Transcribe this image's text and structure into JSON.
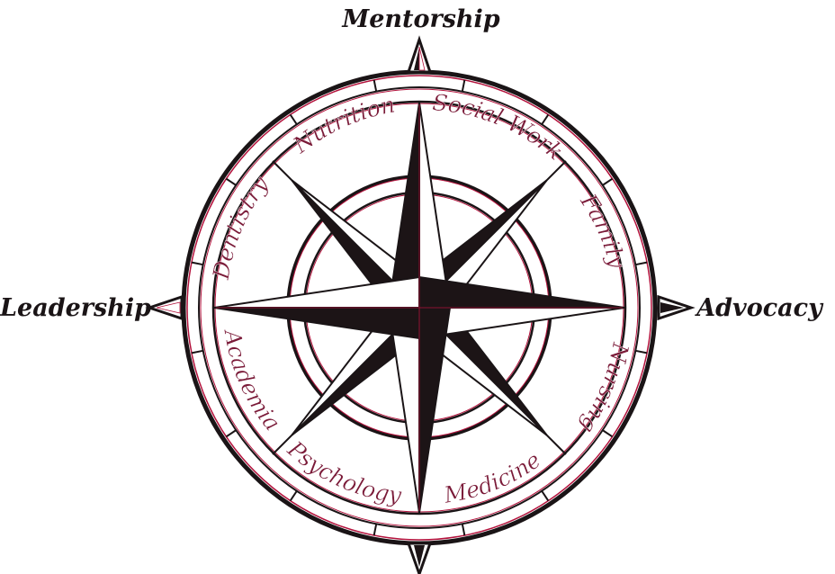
{
  "directions": {
    "north": "Mentorship",
    "east": "Advocacy",
    "west": "Leadership"
  },
  "segments": [
    {
      "key": "social-work",
      "label": "Social Work"
    },
    {
      "key": "family",
      "label": "Family"
    },
    {
      "key": "nursing",
      "label": "Nursing"
    },
    {
      "key": "medicine",
      "label": "Medicine"
    },
    {
      "key": "psychology",
      "label": "Psychology"
    },
    {
      "key": "academia",
      "label": "Academia"
    },
    {
      "key": "dentistry",
      "label": "Dentistry"
    },
    {
      "key": "nutrition",
      "label": "Nutrition"
    }
  ],
  "colors": {
    "outline": "#1a1416",
    "accent": "#b3123c",
    "label": "#7a1a38",
    "fill_dark": "#1c1416",
    "fill_light": "#ffffff"
  }
}
